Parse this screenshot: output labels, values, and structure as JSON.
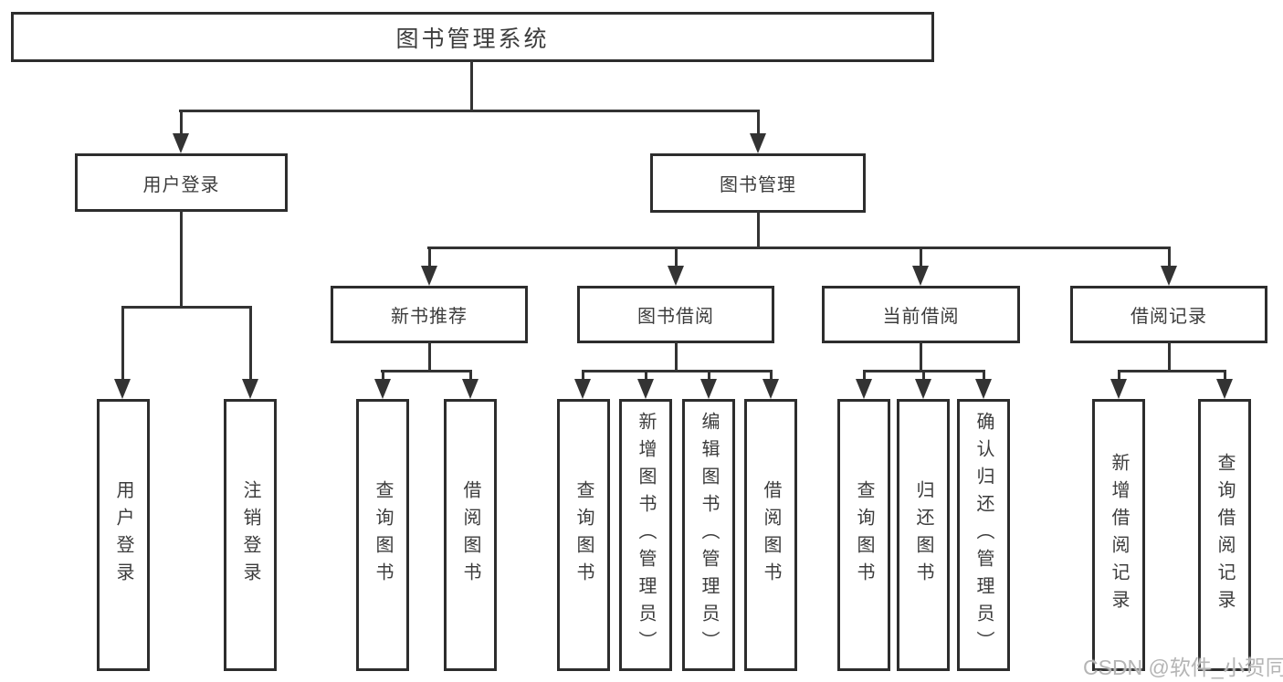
{
  "diagram": {
    "type": "tree",
    "orientation": "top-down",
    "nodes": {
      "root": "图书管理系统",
      "level2": [
        {
          "label": "用户登录"
        },
        {
          "label": "图书管理"
        }
      ],
      "level3": [
        {
          "label": "新书推荐"
        },
        {
          "label": "图书借阅"
        },
        {
          "label": "当前借阅"
        },
        {
          "label": "借阅记录"
        }
      ],
      "leaves": {
        "user_login": [
          "用户登录",
          "注销登录"
        ],
        "new_book": [
          "查询图书",
          "借阅图书"
        ],
        "book_borrow": [
          "查询图书",
          "新增图书（管理员）",
          "编辑图书（管理员）",
          "借阅图书"
        ],
        "current_borrow": [
          "查询图书",
          "归还图书",
          "确认归还（管理员）"
        ],
        "records": [
          "新增借阅记录",
          "查询借阅记录"
        ]
      }
    },
    "edges": [
      [
        "图书管理系统",
        "用户登录"
      ],
      [
        "图书管理系统",
        "图书管理"
      ],
      [
        "用户登录",
        "用户登录"
      ],
      [
        "用户登录",
        "注销登录"
      ],
      [
        "图书管理",
        "新书推荐"
      ],
      [
        "图书管理",
        "图书借阅"
      ],
      [
        "图书管理",
        "当前借阅"
      ],
      [
        "图书管理",
        "借阅记录"
      ],
      [
        "新书推荐",
        "查询图书"
      ],
      [
        "新书推荐",
        "借阅图书"
      ],
      [
        "图书借阅",
        "查询图书"
      ],
      [
        "图书借阅",
        "新增图书（管理员）"
      ],
      [
        "图书借阅",
        "编辑图书（管理员）"
      ],
      [
        "图书借阅",
        "借阅图书"
      ],
      [
        "当前借阅",
        "查询图书"
      ],
      [
        "当前借阅",
        "归还图书"
      ],
      [
        "当前借阅",
        "确认归还（管理员）"
      ],
      [
        "借阅记录",
        "新增借阅记录"
      ],
      [
        "借阅记录",
        "查询借阅记录"
      ]
    ],
    "colors": {
      "background": "#ffffff",
      "box_border": "#2d2d2d",
      "line": "#333333",
      "text": "#3c3c3c",
      "watermark": "#b5b5b5"
    }
  },
  "watermark": {
    "text": "CSDN @软件_小贺同学"
  }
}
